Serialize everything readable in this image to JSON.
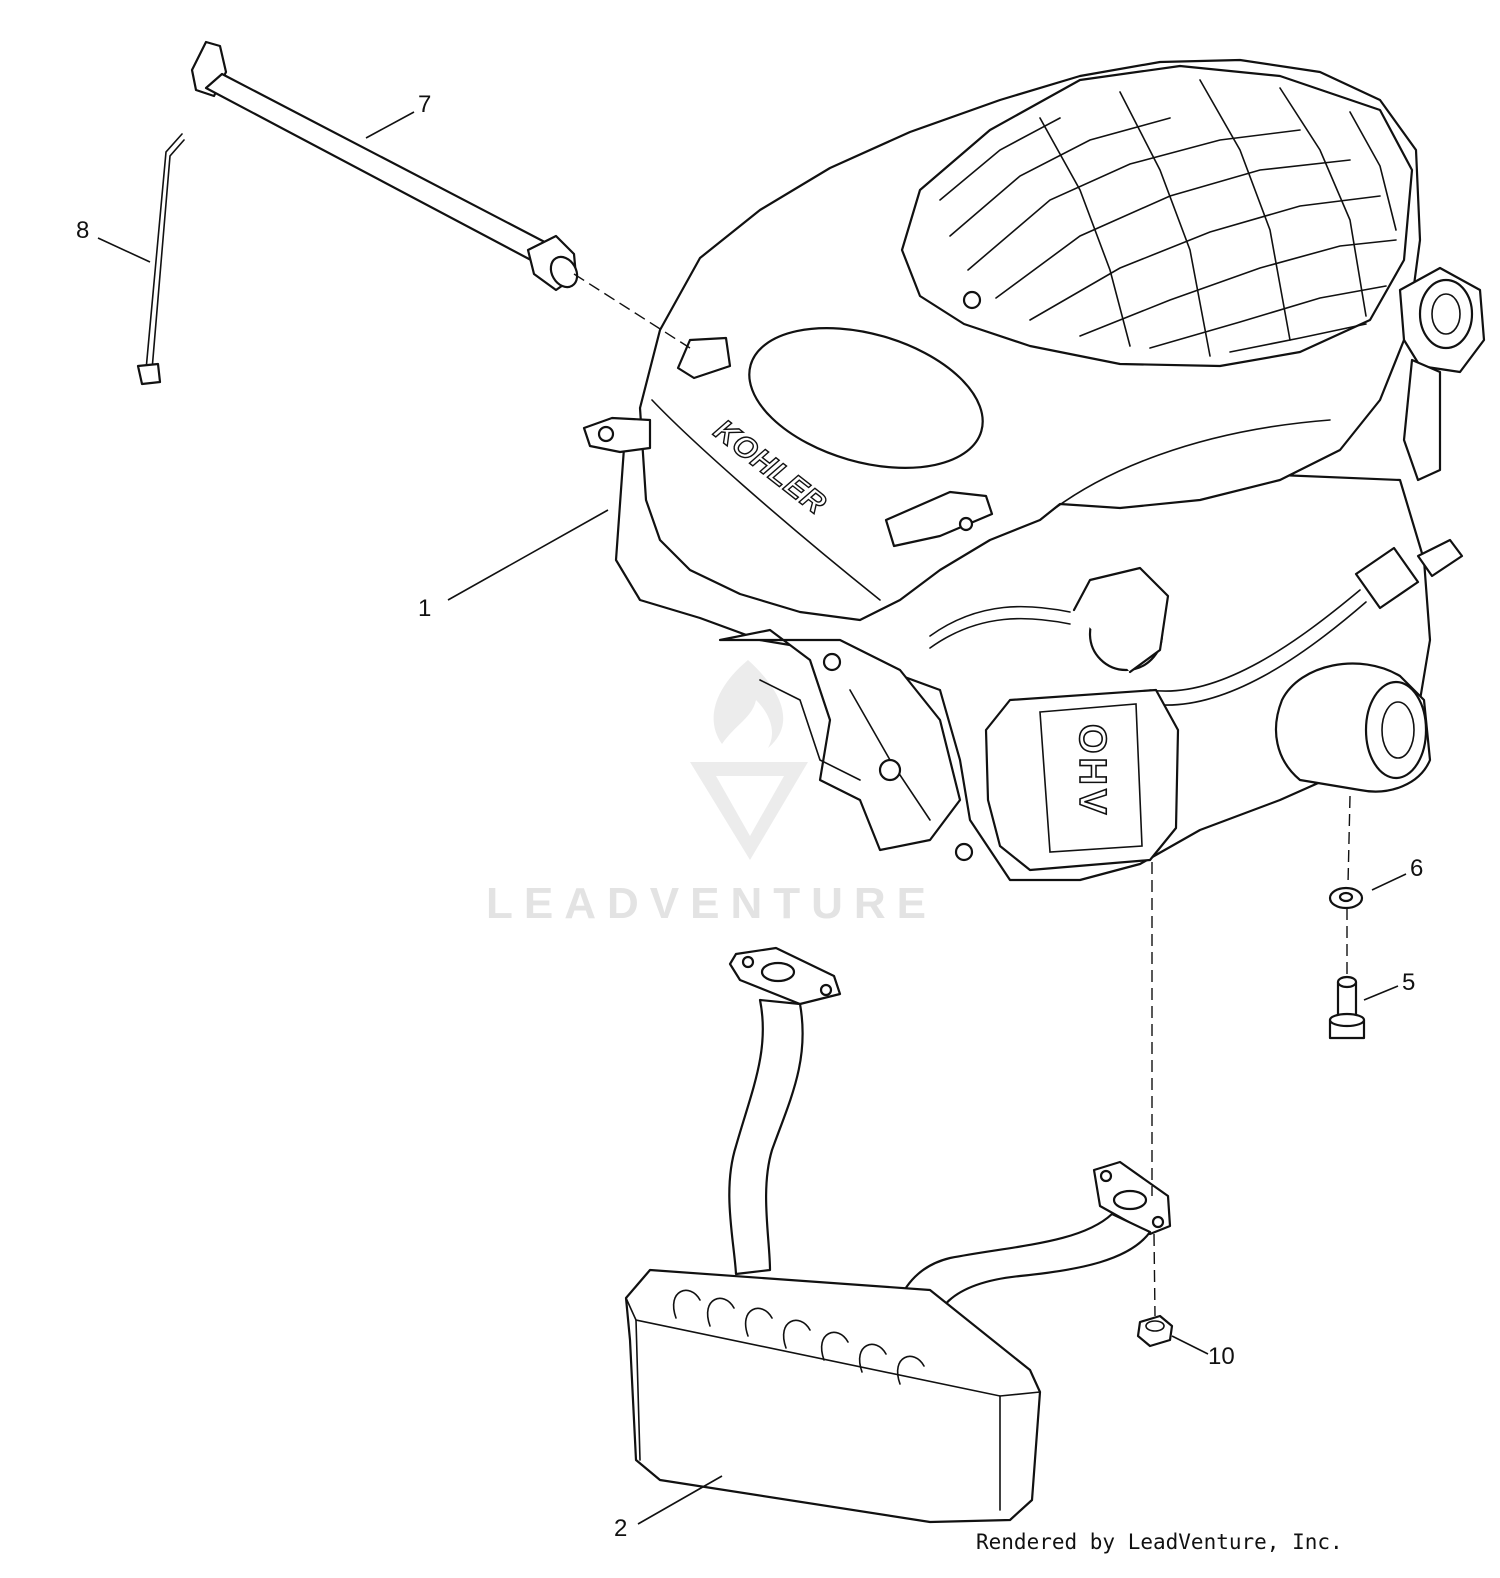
{
  "diagram": {
    "callouts": [
      {
        "id": "7",
        "label": "7"
      },
      {
        "id": "8",
        "label": "8"
      },
      {
        "id": "1",
        "label": "1"
      },
      {
        "id": "6",
        "label": "6"
      },
      {
        "id": "5",
        "label": "5"
      },
      {
        "id": "10",
        "label": "10"
      },
      {
        "id": "2",
        "label": "2"
      }
    ],
    "engine_brand": "KOHLER",
    "valve_cover_mark": "OHV",
    "watermark": "LEADVENTURE",
    "credit": "Rendered by LeadVenture, Inc."
  }
}
